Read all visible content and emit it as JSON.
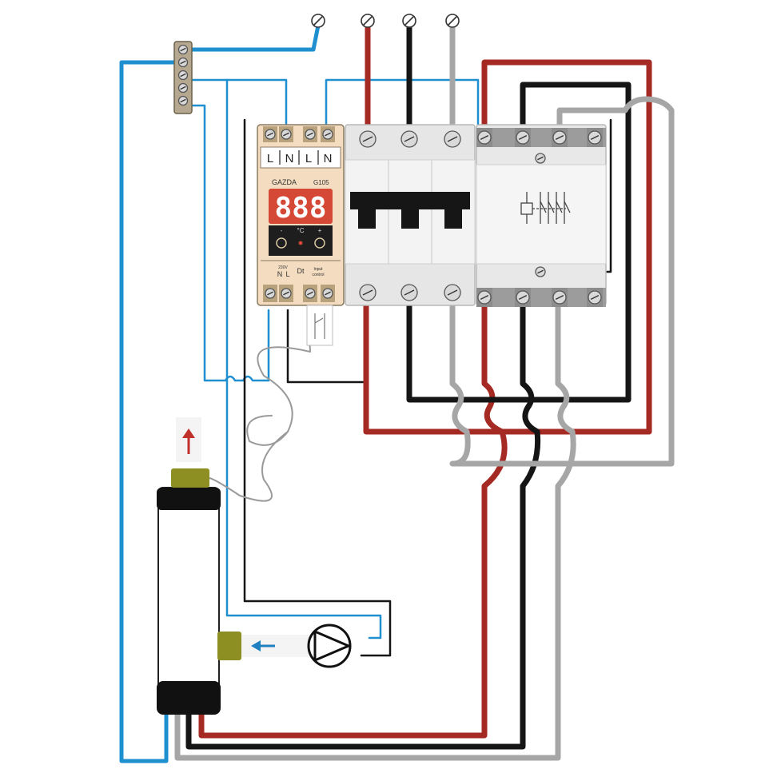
{
  "colors": {
    "phase_l1": "#a52a24",
    "phase_l2": "#151515",
    "phase_l3": "#a6a6a6",
    "neutral": "#1f8fd0",
    "sensor": "#9a9a9a",
    "thermostat_body": "#f3dcc0",
    "display_bg": "#d64836",
    "breaker_body": "#e6e6e6",
    "heater_cap": "#8e8f22",
    "arrow_up": "#c0312b",
    "arrow_flow": "#1f7fc0"
  },
  "icons": {
    "terminal_symbol": "circle-slash-icon",
    "pump_symbol": "pump-triangle-icon",
    "flow_arrow": "arrow-left-icon",
    "hot_arrow": "arrow-up-icon"
  },
  "thermostat": {
    "terminal_labels_top": [
      "L",
      "N",
      "L",
      "N"
    ],
    "brand": "GAZDA",
    "model": "G105",
    "display_value": "888",
    "minus_label": "-",
    "unit_label": "°C",
    "plus_label": "+",
    "supply_label_top": "230V",
    "supply_label_n": "N",
    "supply_label_l": "L",
    "sensor_label": "Dt",
    "input_label_1": "Input",
    "input_label_2": "control"
  }
}
